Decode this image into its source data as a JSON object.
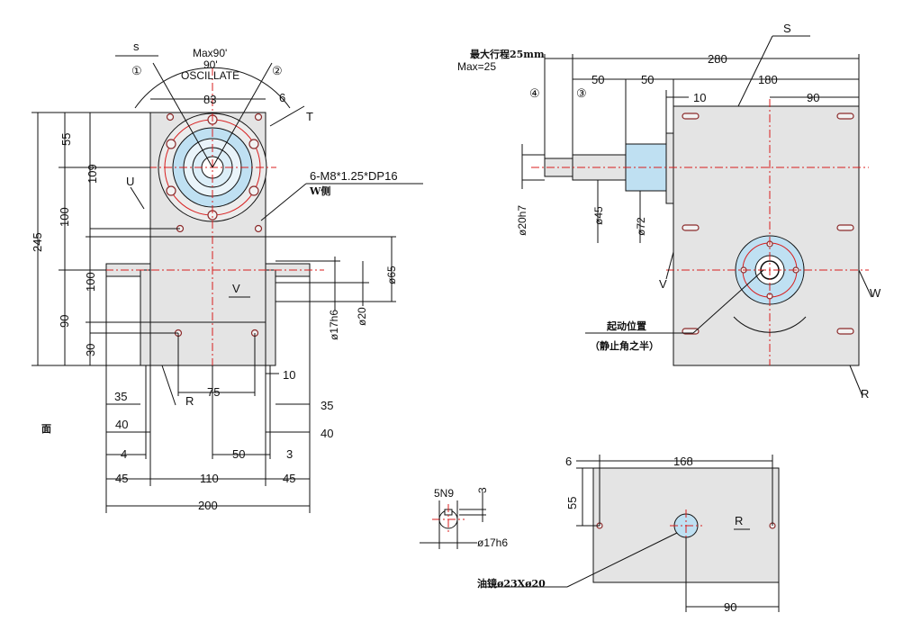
{
  "front_view": {
    "labels": {
      "s": "s",
      "circle_1": "①",
      "circle_2": "②",
      "max90": "Max90'",
      "deg90": "90'",
      "oscillate": "OSCILLATE",
      "d83": "83",
      "d6": "6",
      "T": "T",
      "U": "U",
      "W_note": "6-M8*1.25*DP16",
      "W_side": "W侧",
      "d55": "55",
      "d109": "109",
      "d245": "245",
      "d100a": "100",
      "d100b": "100",
      "d90": "90",
      "d30": "30",
      "V": "V",
      "d17h6": "ø17h6",
      "d20": "ø20",
      "d65": "ø65",
      "R": "R",
      "d75": "75",
      "d10": "10",
      "d35l": "35",
      "d35r": "35",
      "d40l": "40",
      "d40r": "40",
      "d4": "4",
      "d3": "3",
      "d50": "50",
      "d45l": "45",
      "d110": "110",
      "d45r": "45",
      "d200": "200",
      "face": "面"
    }
  },
  "side_view": {
    "labels": {
      "stroke_note": "最大行程25mm",
      "max25": "Max=25",
      "d280": "280",
      "S": "S",
      "circle_4": "④",
      "circle_3": "③",
      "d50a": "50",
      "d50b": "50",
      "d180": "180",
      "d10": "10",
      "d90": "90",
      "d20h7": "ø20h7",
      "d45": "ø45",
      "d72": "ø72",
      "V": "V",
      "W": "W",
      "start_pos": "起动位置",
      "half_dwell": "（静止角之半）",
      "R": "R"
    }
  },
  "shaft_detail": {
    "labels": {
      "d5n9": "5N9",
      "d3": "3",
      "d17h6": "ø17h6"
    }
  },
  "bottom_view": {
    "labels": {
      "d6": "6",
      "d168": "168",
      "d55": "55",
      "R": "R",
      "oil_note": "油镜ø23Xø20",
      "d90": "90"
    }
  },
  "colors": {
    "body_fill": "#e4e4e4",
    "bearing_fill": "#bfe0f2",
    "centerline": "#d81e1e",
    "line": "#111111"
  }
}
